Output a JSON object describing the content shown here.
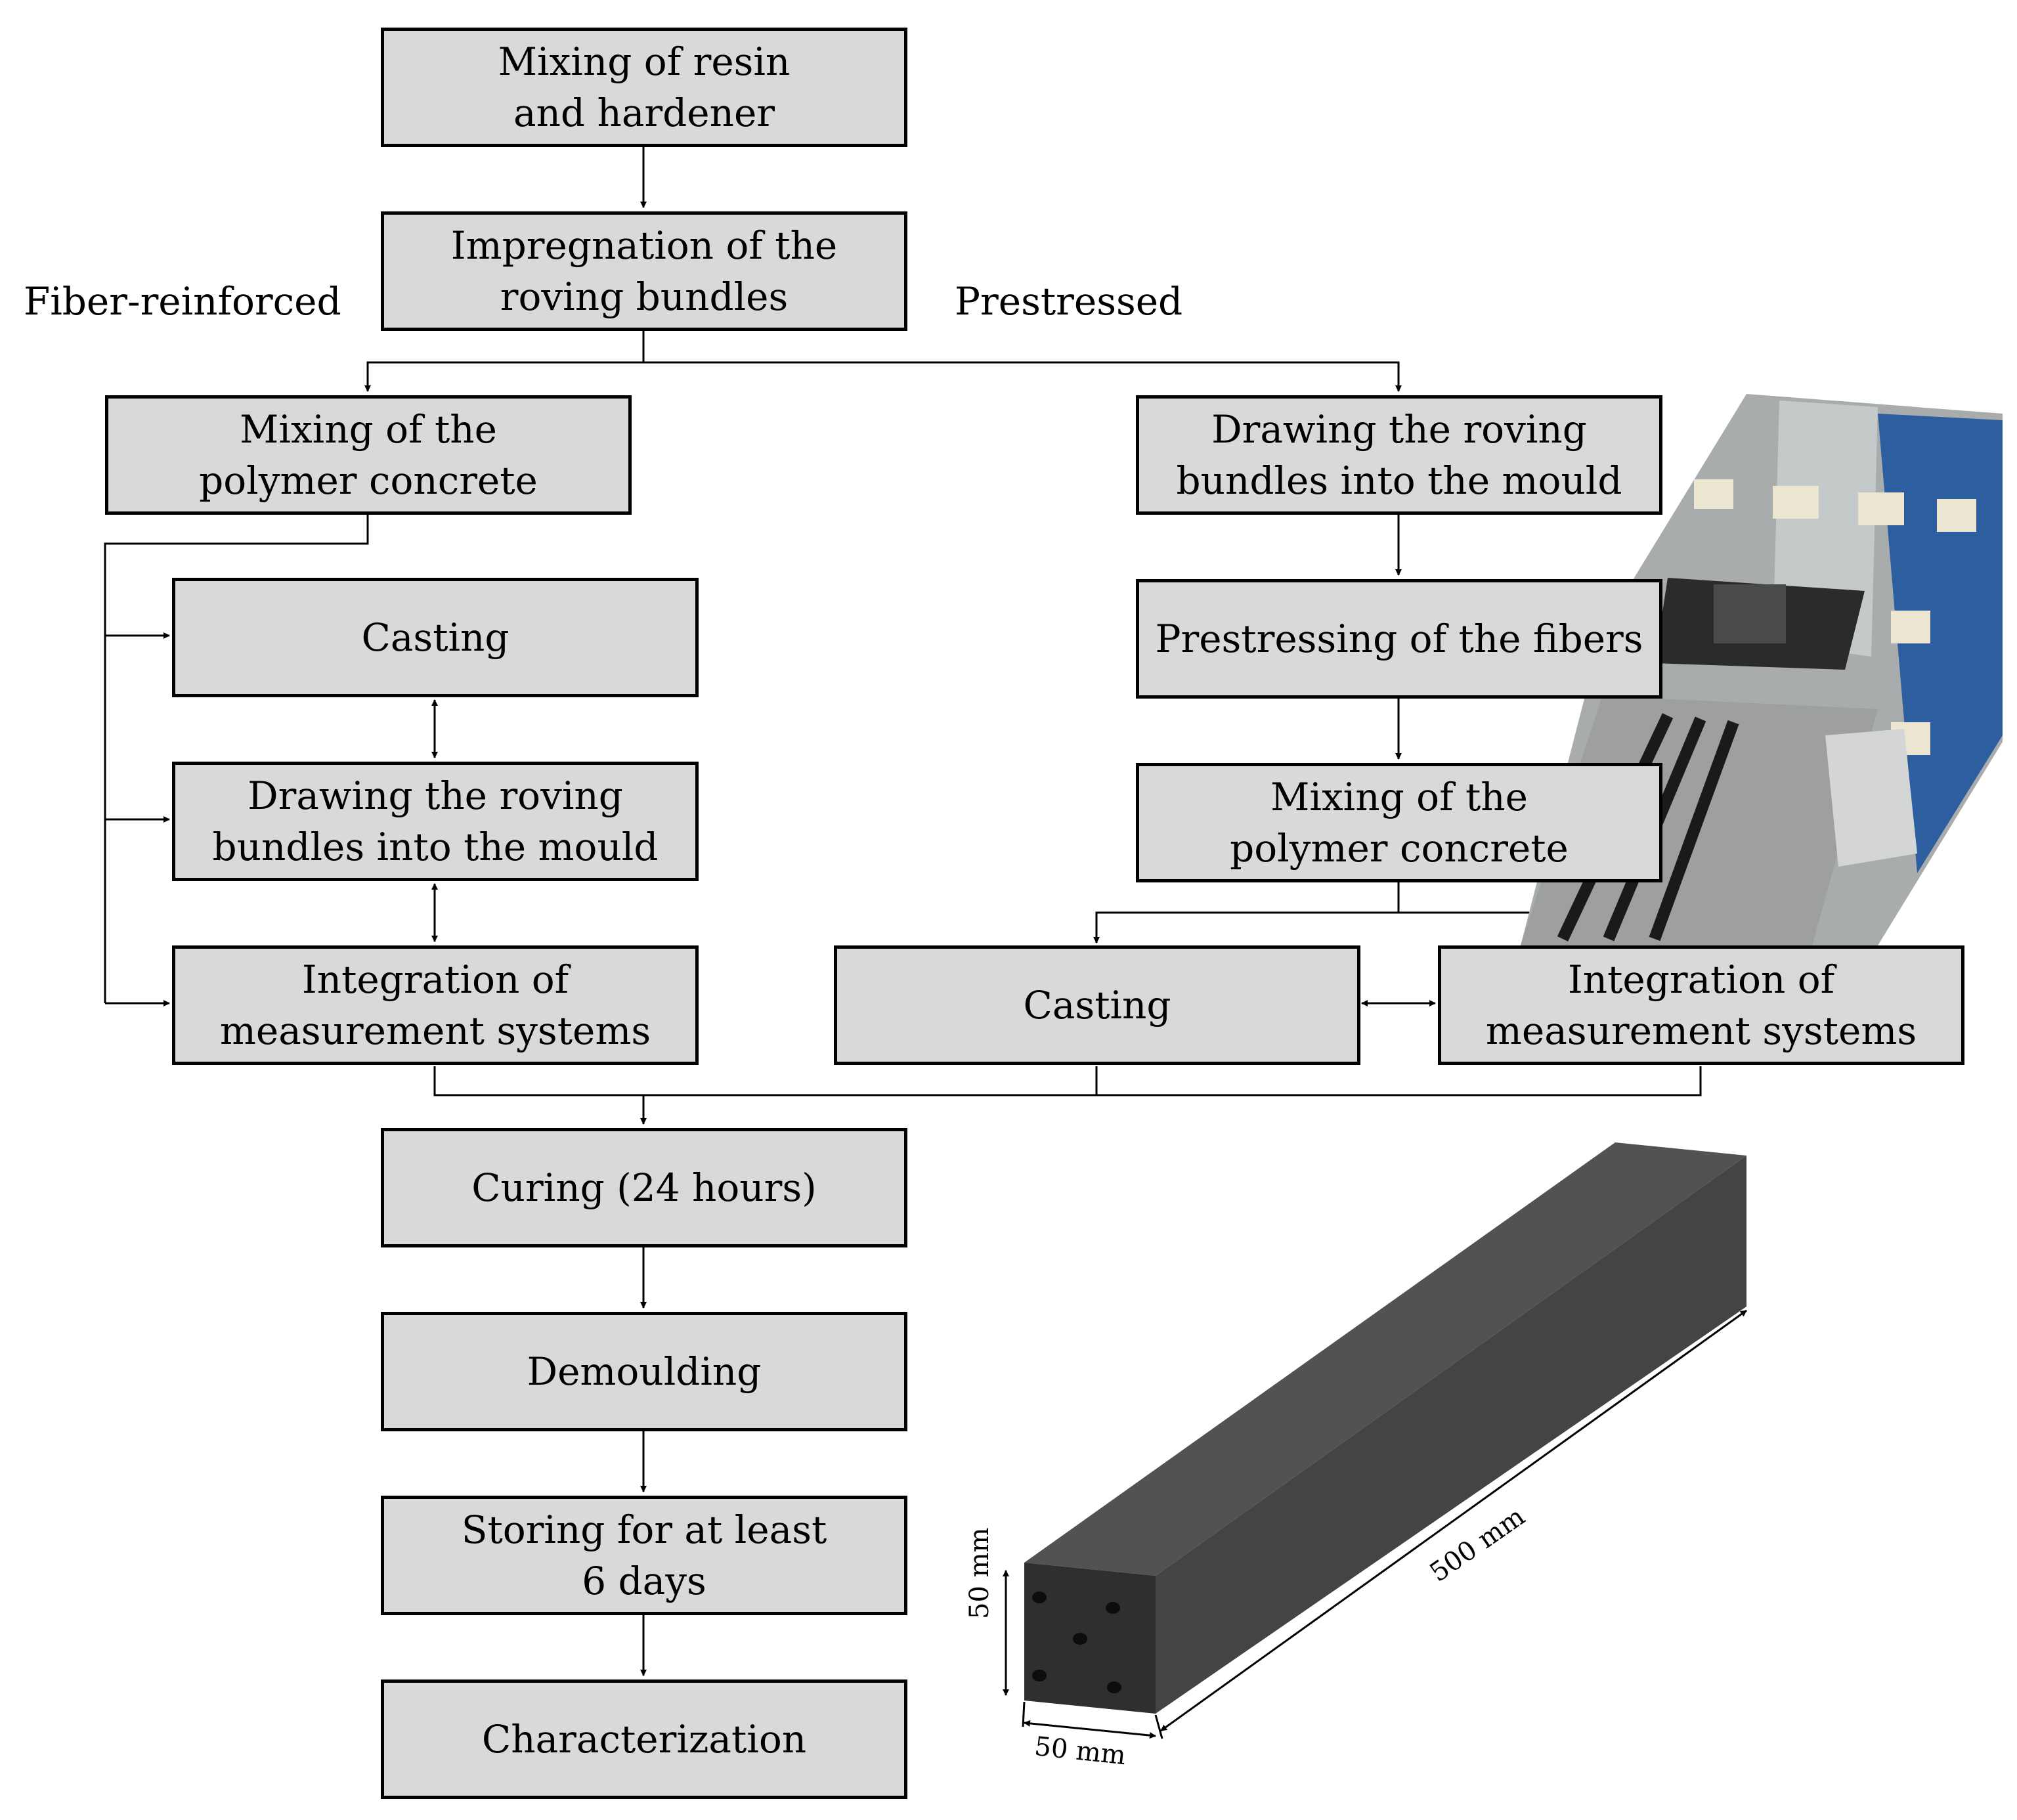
{
  "branches": {
    "left": "Fiber-reinforced",
    "right": "Prestressed"
  },
  "steps": {
    "mix_resin": "Mixing of resin\nand hardener",
    "impregnation": "Impregnation of the\nroving bundles",
    "fr_mixing": "Mixing of the\npolymer concrete",
    "fr_casting": "Casting",
    "fr_drawing": "Drawing the roving\nbundles into the mould",
    "fr_integration": "Integration of\nmeasurement systems",
    "ps_drawing": "Drawing the roving\nbundles into the mould",
    "ps_prestressing": "Prestressing of the fibers",
    "ps_mixing": "Mixing of the\npolymer concrete",
    "ps_casting": "Casting",
    "ps_integration": "Integration of\nmeasurement systems",
    "curing": "Curing (24 hours)",
    "demoulding": "Demoulding",
    "storing": "Storing for at least\n6 days",
    "characterization": "Characterization"
  },
  "specimen": {
    "length_label": "500 mm",
    "height_label": "50 mm",
    "width_label": "50 mm"
  },
  "colors": {
    "box_fill": "#d9d9d9",
    "line": "#000000",
    "specimen_front": "#2f2f2f",
    "specimen_top": "#525252",
    "specimen_side": "#444444",
    "mould_frame": "#b9bcbd",
    "mould_blue": "#2d5fa0"
  }
}
